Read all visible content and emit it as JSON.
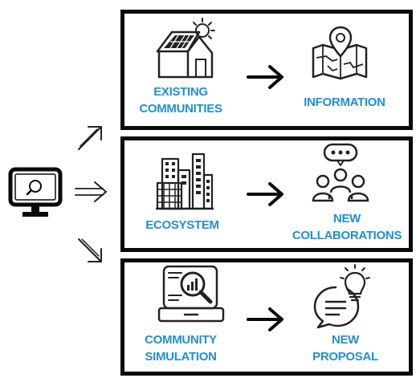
{
  "colors": {
    "label": "#1f8fd6",
    "ink": "#0a0a0a",
    "stroke": "#222222"
  },
  "source_icon": "computer-monitor-search-icon",
  "branch_arrows": [
    "arrow-up-right-icon",
    "arrow-right-icon",
    "arrow-down-right-icon"
  ],
  "rows": [
    {
      "left_icon": "solar-house-icon",
      "left_label": "EXISTING\nCOMMUNITIES",
      "right_icon": "map-location-pin-icon",
      "right_label": "INFORMATION"
    },
    {
      "left_icon": "city-buildings-icon",
      "left_label": "ECOSYSTEM",
      "right_icon": "group-chat-people-icon",
      "right_label": "NEW\nCOLLABORATIONS"
    },
    {
      "left_icon": "laptop-analytics-magnifier-icon",
      "left_label": "COMMUNITY\nSIMULATION",
      "right_icon": "speech-bubble-lightbulb-icon",
      "right_label": "NEW\nPROPOSAL"
    }
  ]
}
